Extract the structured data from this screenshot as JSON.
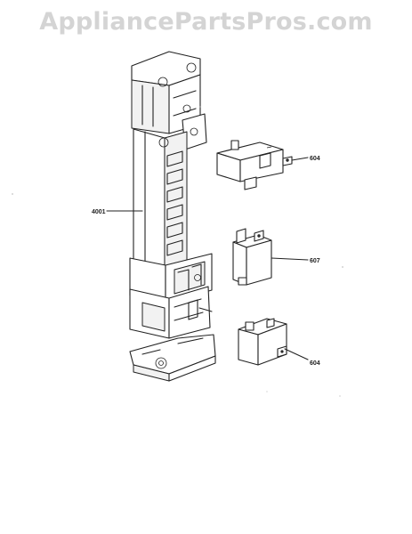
{
  "watermark": "AppliancePartsPros.com",
  "parts": [
    {
      "id": "4001",
      "label": "4001"
    },
    {
      "id": "604-top",
      "label": "604"
    },
    {
      "id": "607",
      "label": "607"
    },
    {
      "id": "604-bottom",
      "label": "604"
    }
  ],
  "colors": {
    "watermark": "#d4d4d4",
    "linework": "#222222",
    "background": "#ffffff"
  }
}
